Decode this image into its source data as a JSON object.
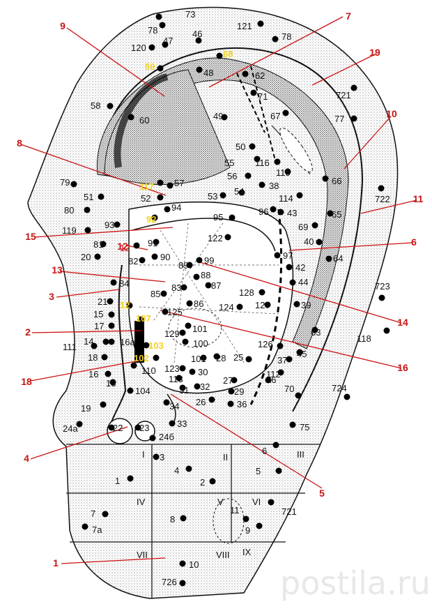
{
  "watermark": "postila.ru",
  "zones": [
    "I",
    "II",
    "III",
    "IV",
    "V",
    "VI",
    "VII",
    "VIII",
    "IX"
  ],
  "callouts": [
    "1",
    "2",
    "3",
    "4",
    "5",
    "6",
    "7",
    "8",
    "9",
    "10",
    "11",
    "12",
    "13",
    "14",
    "15",
    "16",
    "18",
    "19"
  ],
  "points": [
    {
      "label": "73",
      "color": "black"
    },
    {
      "label": "78",
      "color": "black"
    },
    {
      "label": "46",
      "color": "black"
    },
    {
      "label": "121",
      "color": "black"
    },
    {
      "label": "120",
      "color": "black"
    },
    {
      "label": "47",
      "color": "black"
    },
    {
      "label": "78",
      "color": "black"
    },
    {
      "label": "68",
      "color": "yellow"
    },
    {
      "label": "59",
      "color": "yellow"
    },
    {
      "label": "48",
      "color": "black"
    },
    {
      "label": "62",
      "color": "black"
    },
    {
      "label": "71",
      "color": "black"
    },
    {
      "label": "721",
      "color": "black"
    },
    {
      "label": "58",
      "color": "black"
    },
    {
      "label": "60",
      "color": "black"
    },
    {
      "label": "49",
      "color": "black"
    },
    {
      "label": "67",
      "color": "black"
    },
    {
      "label": "77",
      "color": "black"
    },
    {
      "label": "50",
      "color": "black"
    },
    {
      "label": "55",
      "color": "black"
    },
    {
      "label": "116",
      "color": "black"
    },
    {
      "label": "115",
      "color": "black"
    },
    {
      "label": "56",
      "color": "black"
    },
    {
      "label": "38",
      "color": "black"
    },
    {
      "label": "66",
      "color": "black"
    },
    {
      "label": "79",
      "color": "black"
    },
    {
      "label": "117",
      "color": "yellow"
    },
    {
      "label": "57",
      "color": "black"
    },
    {
      "label": "53",
      "color": "black"
    },
    {
      "label": "54",
      "color": "black"
    },
    {
      "label": "51",
      "color": "black"
    },
    {
      "label": "52",
      "color": "black"
    },
    {
      "label": "114",
      "color": "black"
    },
    {
      "label": "722",
      "color": "black"
    },
    {
      "label": "80",
      "color": "black"
    },
    {
      "label": "94",
      "color": "black"
    },
    {
      "label": "96",
      "color": "black"
    },
    {
      "label": "43",
      "color": "black"
    },
    {
      "label": "65",
      "color": "black"
    },
    {
      "label": "92",
      "color": "yellow"
    },
    {
      "label": "95",
      "color": "black"
    },
    {
      "label": "119",
      "color": "black"
    },
    {
      "label": "93",
      "color": "black"
    },
    {
      "label": "69",
      "color": "black"
    },
    {
      "label": "122",
      "color": "black"
    },
    {
      "label": "40",
      "color": "black"
    },
    {
      "label": "81",
      "color": "black"
    },
    {
      "label": "91",
      "color": "black"
    },
    {
      "label": "12",
      "color": "red"
    },
    {
      "label": "20",
      "color": "black"
    },
    {
      "label": "90",
      "color": "black"
    },
    {
      "label": "97",
      "color": "black"
    },
    {
      "label": "64",
      "color": "black"
    },
    {
      "label": "82",
      "color": "black"
    },
    {
      "label": "89",
      "color": "black"
    },
    {
      "label": "99",
      "color": "black"
    },
    {
      "label": "42",
      "color": "black"
    },
    {
      "label": "88",
      "color": "black"
    },
    {
      "label": "84",
      "color": "black"
    },
    {
      "label": "87",
      "color": "black"
    },
    {
      "label": "83",
      "color": "black"
    },
    {
      "label": "44",
      "color": "black"
    },
    {
      "label": "723",
      "color": "black"
    },
    {
      "label": "21",
      "color": "black"
    },
    {
      "label": "85",
      "color": "black"
    },
    {
      "label": "128",
      "color": "black"
    },
    {
      "label": "127",
      "color": "black"
    },
    {
      "label": "86",
      "color": "black"
    },
    {
      "label": "124",
      "color": "black"
    },
    {
      "label": "39",
      "color": "black"
    },
    {
      "label": "12",
      "color": "yellow"
    },
    {
      "label": "15",
      "color": "black"
    },
    {
      "label": "125",
      "color": "black"
    },
    {
      "label": "107",
      "color": "yellow"
    },
    {
      "label": "129",
      "color": "black"
    },
    {
      "label": "17",
      "color": "black"
    },
    {
      "label": "101",
      "color": "black"
    },
    {
      "label": "63",
      "color": "black"
    },
    {
      "label": "118",
      "color": "black"
    },
    {
      "label": "14",
      "color": "black"
    },
    {
      "label": "16a",
      "color": "black"
    },
    {
      "label": "100",
      "color": "black"
    },
    {
      "label": "126",
      "color": "black"
    },
    {
      "label": "111",
      "color": "black"
    },
    {
      "label": "103",
      "color": "yellow"
    },
    {
      "label": "45",
      "color": "black"
    },
    {
      "label": "18",
      "color": "black"
    },
    {
      "label": "102",
      "color": "yellow"
    },
    {
      "label": "101",
      "color": "black"
    },
    {
      "label": "28",
      "color": "black"
    },
    {
      "label": "25",
      "color": "black"
    },
    {
      "label": "37",
      "color": "black"
    },
    {
      "label": "110",
      "color": "black"
    },
    {
      "label": "123",
      "color": "black"
    },
    {
      "label": "30",
      "color": "black"
    },
    {
      "label": "16",
      "color": "black"
    },
    {
      "label": "13",
      "color": "black"
    },
    {
      "label": "113",
      "color": "black"
    },
    {
      "label": "27",
      "color": "black"
    },
    {
      "label": "26",
      "color": "black"
    },
    {
      "label": "112",
      "color": "black"
    },
    {
      "label": "104",
      "color": "black"
    },
    {
      "label": "31",
      "color": "black"
    },
    {
      "label": "32",
      "color": "black"
    },
    {
      "label": "29",
      "color": "black"
    },
    {
      "label": "70",
      "color": "black"
    },
    {
      "label": "724",
      "color": "black"
    },
    {
      "label": "26",
      "color": "black"
    },
    {
      "label": "36",
      "color": "black"
    },
    {
      "label": "19",
      "color": "black"
    },
    {
      "label": "34",
      "color": "black"
    },
    {
      "label": "24a",
      "color": "black"
    },
    {
      "label": "22",
      "color": "black"
    },
    {
      "label": "23",
      "color": "black"
    },
    {
      "label": "33",
      "color": "black"
    },
    {
      "label": "75",
      "color": "black"
    },
    {
      "label": "24б",
      "color": "black"
    },
    {
      "label": "6",
      "color": "black"
    },
    {
      "label": "3",
      "color": "black"
    },
    {
      "label": "4",
      "color": "black"
    },
    {
      "label": "5",
      "color": "black"
    },
    {
      "label": "1",
      "color": "black"
    },
    {
      "label": "2",
      "color": "black"
    },
    {
      "label": "721",
      "color": "black"
    },
    {
      "label": "7",
      "color": "black"
    },
    {
      "label": "8",
      "color": "black"
    },
    {
      "label": "11",
      "color": "black"
    },
    {
      "label": "7a",
      "color": "black"
    },
    {
      "label": "9",
      "color": "black"
    },
    {
      "label": "10",
      "color": "black"
    },
    {
      "label": "726",
      "color": "black"
    }
  ]
}
